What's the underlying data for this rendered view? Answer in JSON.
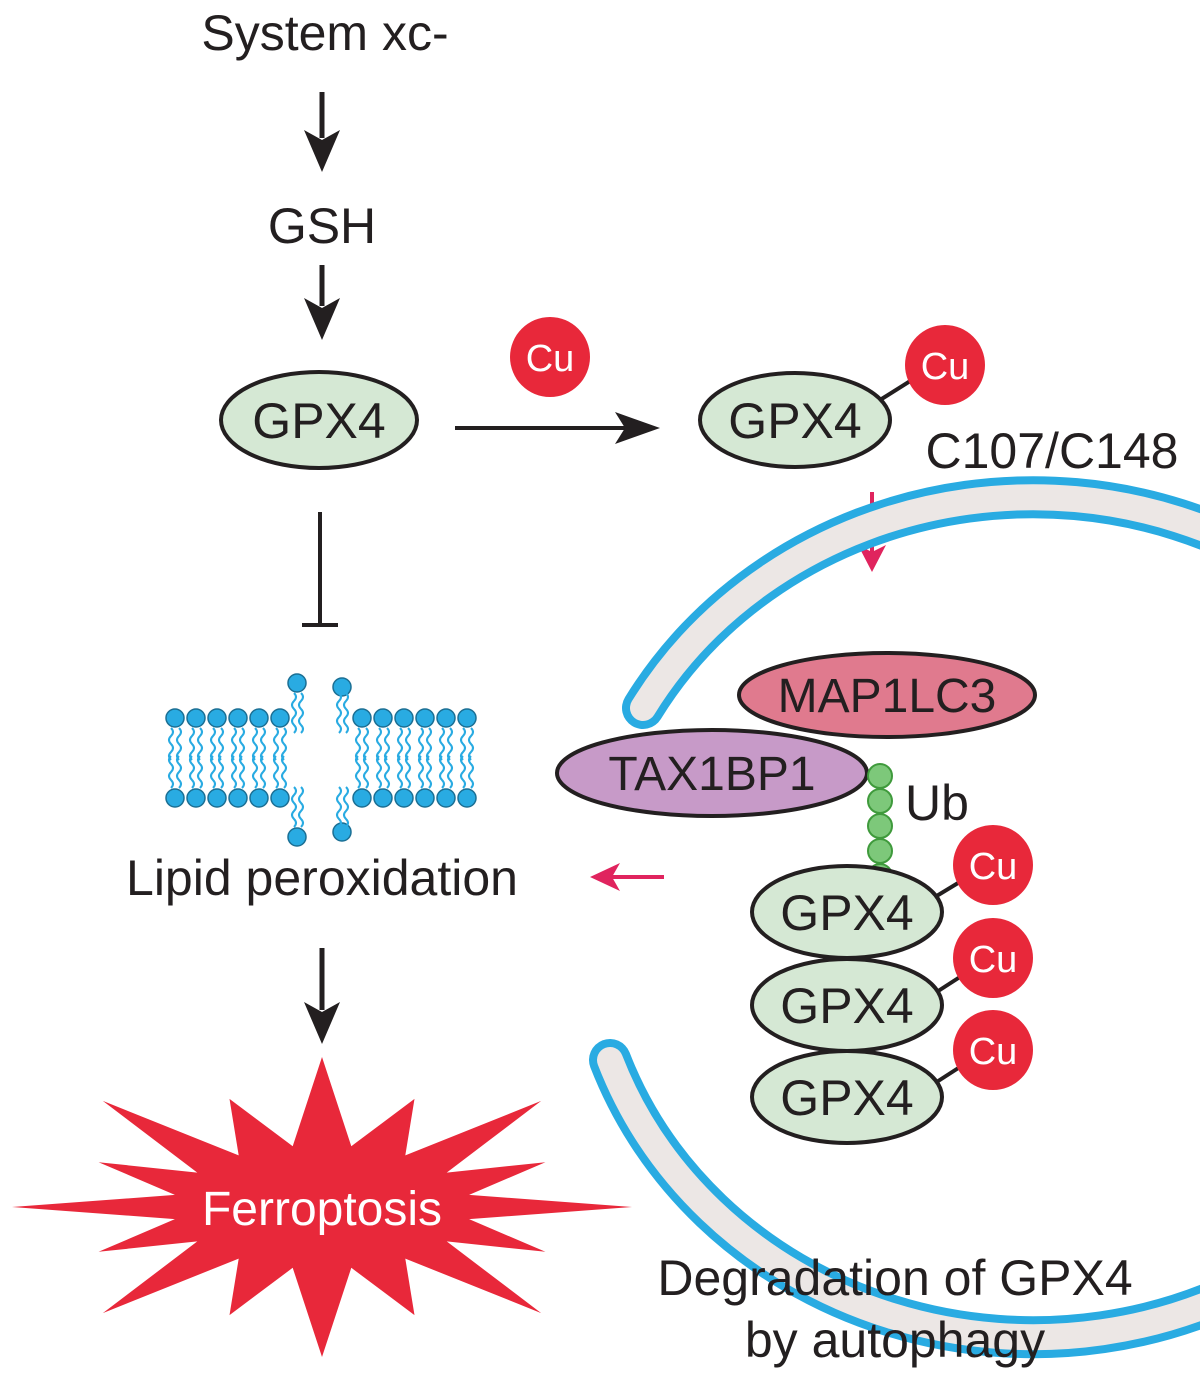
{
  "labels": {
    "system_xc": "System xc-",
    "gsh": "GSH",
    "gpx4": "GPX4",
    "cu": "Cu",
    "sites": "C107/C148",
    "lipid_peroxidation": "Lipid peroxidation",
    "ferroptosis": "Ferroptosis",
    "map1lc3": "MAP1LC3",
    "tax1bp1": "TAX1BP1",
    "ub": "Ub",
    "degradation_line1": "Degradation of GPX4",
    "degradation_line2": "by autophagy"
  },
  "colors": {
    "gpx4_fill": "#d5e8d4",
    "cu_fill": "#e8283a",
    "map1lc3_fill": "#e07a8e",
    "tax1bp1_fill": "#c79ac8",
    "ub_fill": "#7dc87a",
    "lipid_head": "#29abe2",
    "phagophore_outline": "#29abe2",
    "phagophore_fill": "#ece7e5",
    "ferroptosis_fill": "#e8283a",
    "red_arrow": "#e0245e",
    "black": "#231f20"
  }
}
